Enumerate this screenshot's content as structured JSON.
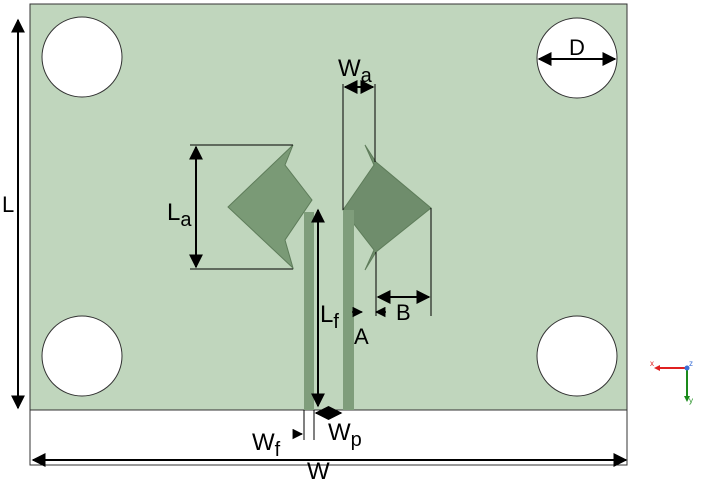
{
  "colors": {
    "substrate": "#c0d6bd",
    "patch": "#7a9a76",
    "patch_dark": "#6f8d6c",
    "feed": "#7f9d7b",
    "outline": "#333333",
    "dimension": "#000000",
    "axis_x": "#e02020",
    "axis_y": "#1a8a1a",
    "axis_z": "#3b6fd6"
  },
  "labels": {
    "L": "L",
    "W": "W",
    "D": "D",
    "Wa_main": "W",
    "Wa_sub": "a",
    "La_main": "L",
    "La_sub": "a",
    "Lf_main": "L",
    "Lf_sub": "f",
    "A": "A",
    "B": "B",
    "Wf_main": "W",
    "Wf_sub": "f",
    "Wp_main": "W",
    "Wp_sub": "p"
  },
  "axis_triad": {
    "x_label": "x",
    "y_label": "y",
    "z_label": "z",
    "icon": "coordinate-triad-icon"
  }
}
